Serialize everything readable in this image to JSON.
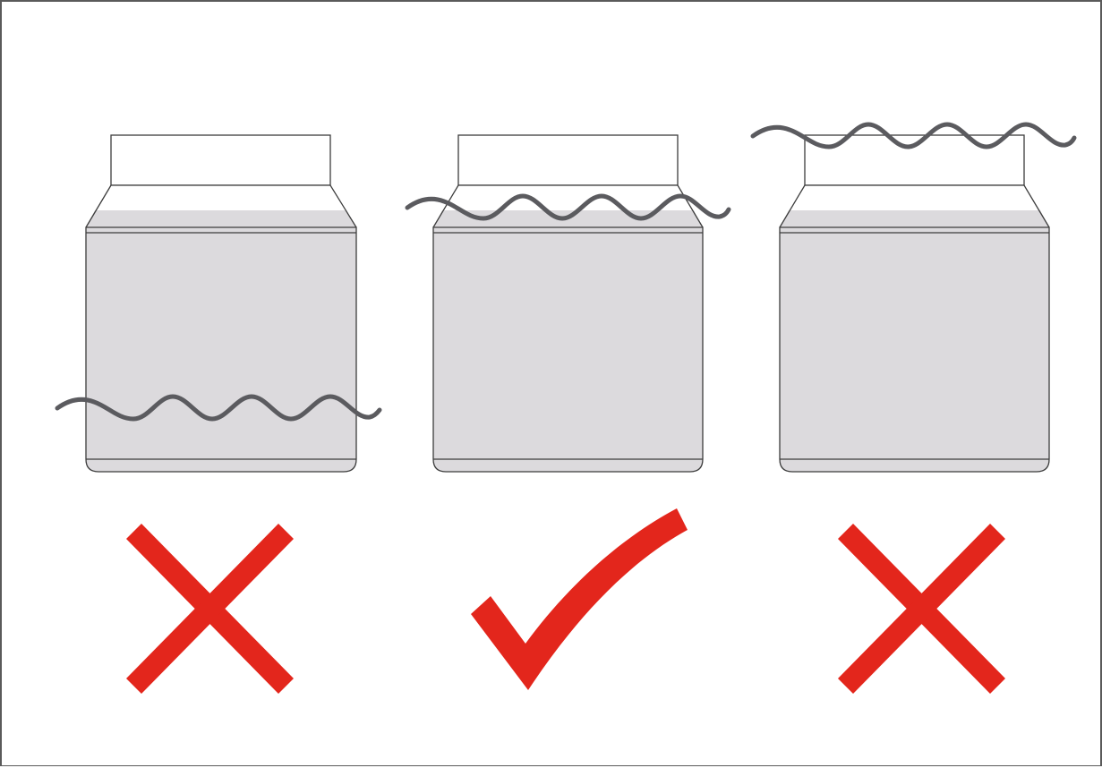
{
  "colors": {
    "frame_border": "#5a5a5a",
    "jar_fill": "#dcdadd",
    "jar_outline": "#3c3c3c",
    "water_line": "#5b5b5f",
    "mark": "#e3261c",
    "background": "#ffffff"
  },
  "panels": [
    {
      "id": "left",
      "water_level": "below-shoulder",
      "verdict": "incorrect",
      "verdict_icon": "cross-icon"
    },
    {
      "id": "middle",
      "water_level": "at-shoulder",
      "verdict": "correct",
      "verdict_icon": "checkmark-icon"
    },
    {
      "id": "right",
      "water_level": "above-top",
      "verdict": "incorrect",
      "verdict_icon": "cross-icon"
    }
  ]
}
